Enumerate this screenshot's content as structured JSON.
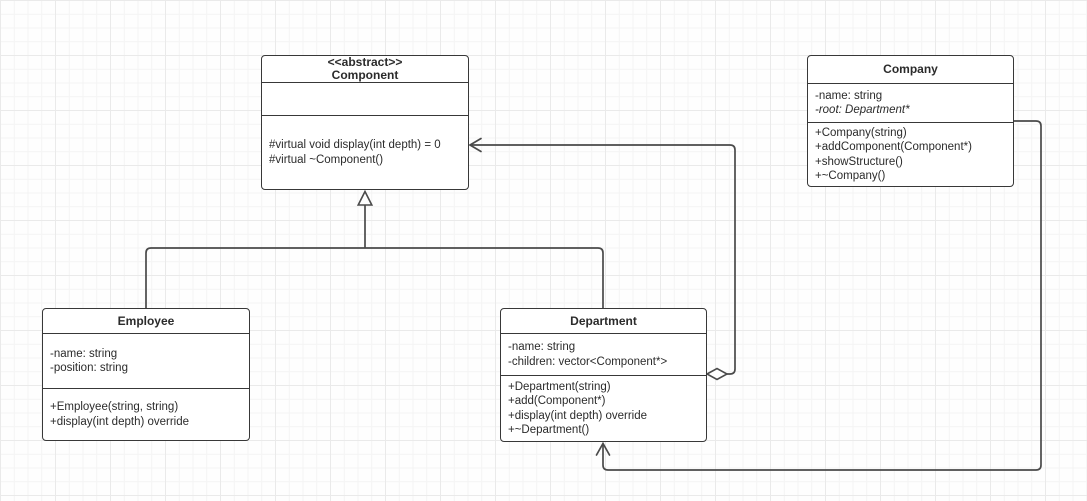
{
  "classes": {
    "component": {
      "stereotype": "<<abstract>>",
      "name": "Component",
      "attributes": [],
      "methods": [
        "#virtual void display(int depth) = 0",
        "#virtual ~Component()"
      ]
    },
    "employee": {
      "name": "Employee",
      "attributes": [
        "-name: string",
        "-position: string"
      ],
      "methods": [
        "+Employee(string, string)",
        "+display(int depth) override"
      ]
    },
    "department": {
      "name": "Department",
      "attributes": [
        "-name: string",
        "-children: vector<Component*>"
      ],
      "methods": [
        "+Department(string)",
        "+add(Component*)",
        "+display(int depth) override",
        "+~Department()"
      ]
    },
    "company": {
      "name": "Company",
      "attributes": [
        "-name: string",
        "-root: Department*"
      ],
      "methods": [
        "+Company(string)",
        "+addComponent(Component*)",
        "+showStructure()",
        "+~Company()"
      ]
    }
  },
  "relationships": [
    {
      "type": "generalization",
      "from": "Employee",
      "to": "Component",
      "marker": "hollow-triangle"
    },
    {
      "type": "generalization",
      "from": "Department",
      "to": "Component",
      "marker": "hollow-triangle"
    },
    {
      "type": "aggregation",
      "from": "Department",
      "to": "Component",
      "marker": "open-diamond-and-open-arrow"
    },
    {
      "type": "association",
      "from": "Company",
      "to": "Department",
      "marker": "open-arrow"
    }
  ],
  "colors": {
    "background": "#fefefe",
    "grid_minor": "#f4f4f4",
    "grid_major": "#eaeaea",
    "box_fill": "#ffffff",
    "box_border": "#383838",
    "line_stroke": "#4a4a4a",
    "text": "#2b2b2b"
  }
}
